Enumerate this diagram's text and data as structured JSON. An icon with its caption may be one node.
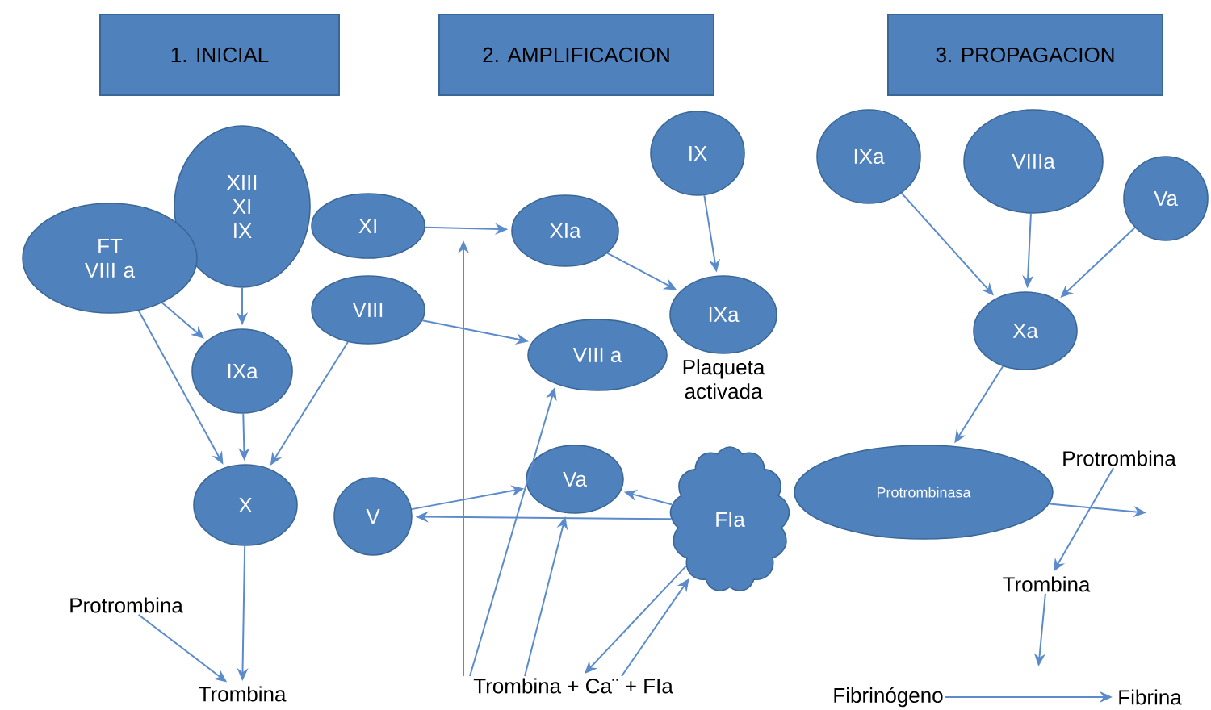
{
  "diagram": {
    "nodes": [
      {
        "text": [
          "1. INICIAL"
        ]
      },
      {
        "text": [
          "2. AMPLIFICACION"
        ]
      },
      {
        "text": [
          "3. PROPAGACION"
        ]
      },
      {
        "text": [
          "XIII XI IX"
        ]
      },
      {
        "text": [
          "FT VIII a"
        ]
      },
      {
        "text": [
          "IXa"
        ]
      },
      {
        "text": [
          "X"
        ]
      },
      {
        "text": [
          "Protrombina"
        ]
      },
      {
        "text": [
          "Trombina"
        ]
      },
      {
        "text": [
          "XI"
        ]
      },
      {
        "text": [
          "VIII"
        ]
      },
      {
        "text": [
          "V"
        ]
      },
      {
        "text": [
          "XIa"
        ]
      },
      {
        "text": [
          "IX"
        ]
      },
      {
        "text": [
          "IXa"
        ],
        "beside": [
          "Plaqueta activada"
        ]
      },
      {
        "text": [
          "VIII a"
        ]
      },
      {
        "text": [
          "Va"
        ]
      },
      {
        "text": [
          "FIa"
        ]
      },
      {
        "text": [
          "Trombina + Ca¨ + FIa"
        ]
      },
      {
        "text": [
          "IXa"
        ]
      },
      {
        "text": [
          "VIIIa"
        ]
      },
      {
        "text": [
          "Va"
        ]
      },
      {
        "text": [
          "Xa"
        ]
      },
      {
        "text": [
          "Protrombinasa"
        ]
      },
      {
        "text": [
          "Protrombina"
        ]
      },
      {
        "text": [
          "Trombina"
        ]
      },
      {
        "text": [
          "Fibrinógeno"
        ]
      },
      {
        "text": [
          "Fibrina"
        ]
      }
    ],
    "edges": [
      {
        "from": 3,
        "to": 5,
        "arrow": "to"
      },
      {
        "from": 4,
        "to": 5,
        "arrow": "to"
      },
      {
        "from": 4,
        "to": 6,
        "arrow": "to"
      },
      {
        "from": 5,
        "to": 6,
        "arrow": "to"
      },
      {
        "from": 10,
        "to": 6,
        "arrow": "to"
      },
      {
        "from": 6,
        "to": 8,
        "arrow": "to"
      },
      {
        "from": 7,
        "to": 8,
        "arrow": "to"
      },
      {
        "from": 9,
        "to": 12,
        "arrow": "to"
      },
      {
        "from": 12,
        "to": 14,
        "arrow": "to"
      },
      {
        "from": 13,
        "to": 14,
        "arrow": "to"
      },
      {
        "from": 10,
        "to": 15,
        "arrow": "to"
      },
      {
        "from": 11,
        "to": 16,
        "arrow": "to"
      },
      {
        "from": 17,
        "to": 16,
        "arrow": "to"
      },
      {
        "from": 17,
        "to": 11,
        "arrow": "to"
      },
      {
        "from": 18,
        "to": null,
        "arrow": "to"
      },
      {
        "from": 18,
        "to": 15,
        "arrow": "to"
      },
      {
        "from": 18,
        "to": 16,
        "arrow": "to"
      },
      {
        "from": 18,
        "to": 17,
        "arrow": "to"
      },
      {
        "from": 17,
        "to": 18,
        "arrow": "to"
      },
      {
        "from": 19,
        "to": 22,
        "arrow": "to"
      },
      {
        "from": 20,
        "to": 22,
        "arrow": "to"
      },
      {
        "from": 21,
        "to": 22,
        "arrow": "to"
      },
      {
        "from": 22,
        "to": 23,
        "arrow": "to"
      },
      {
        "from": 23,
        "to": null,
        "arrow": "to"
      },
      {
        "from": 24,
        "to": 25,
        "arrow": "to"
      },
      {
        "from": 25,
        "to": null,
        "arrow": "to"
      },
      {
        "from": 26,
        "to": 27,
        "arrow": "to"
      }
    ]
  }
}
